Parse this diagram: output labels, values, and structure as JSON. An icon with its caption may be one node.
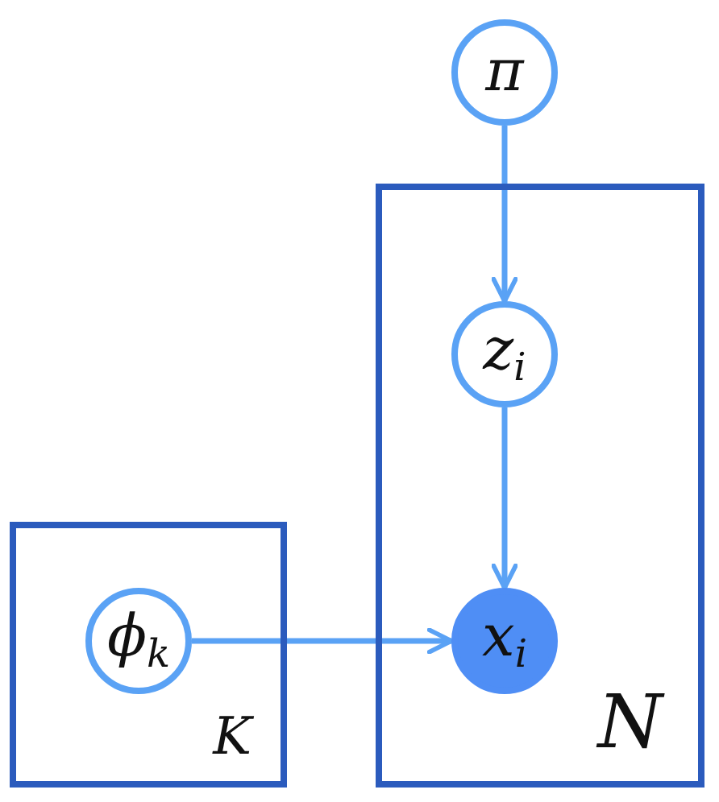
{
  "diagram": {
    "nodes": [
      {
        "text": [
          "π"
        ]
      },
      {
        "text": [
          "N"
        ]
      },
      {
        "text": [
          "z$_{i}$"
        ],
        "in": 1
      },
      {
        "text": [
          "x$_{i}$"
        ],
        "in": 1
      },
      {
        "text": [
          "K"
        ]
      },
      {
        "text": [
          "ϕ$_{k}$"
        ],
        "in": 4
      }
    ],
    "edges": [
      {
        "from": 0,
        "to": 2,
        "arrow": "to"
      },
      {
        "from": 2,
        "to": 3,
        "arrow": "to"
      },
      {
        "from": 5,
        "to": 3,
        "arrow": "to"
      }
    ]
  }
}
